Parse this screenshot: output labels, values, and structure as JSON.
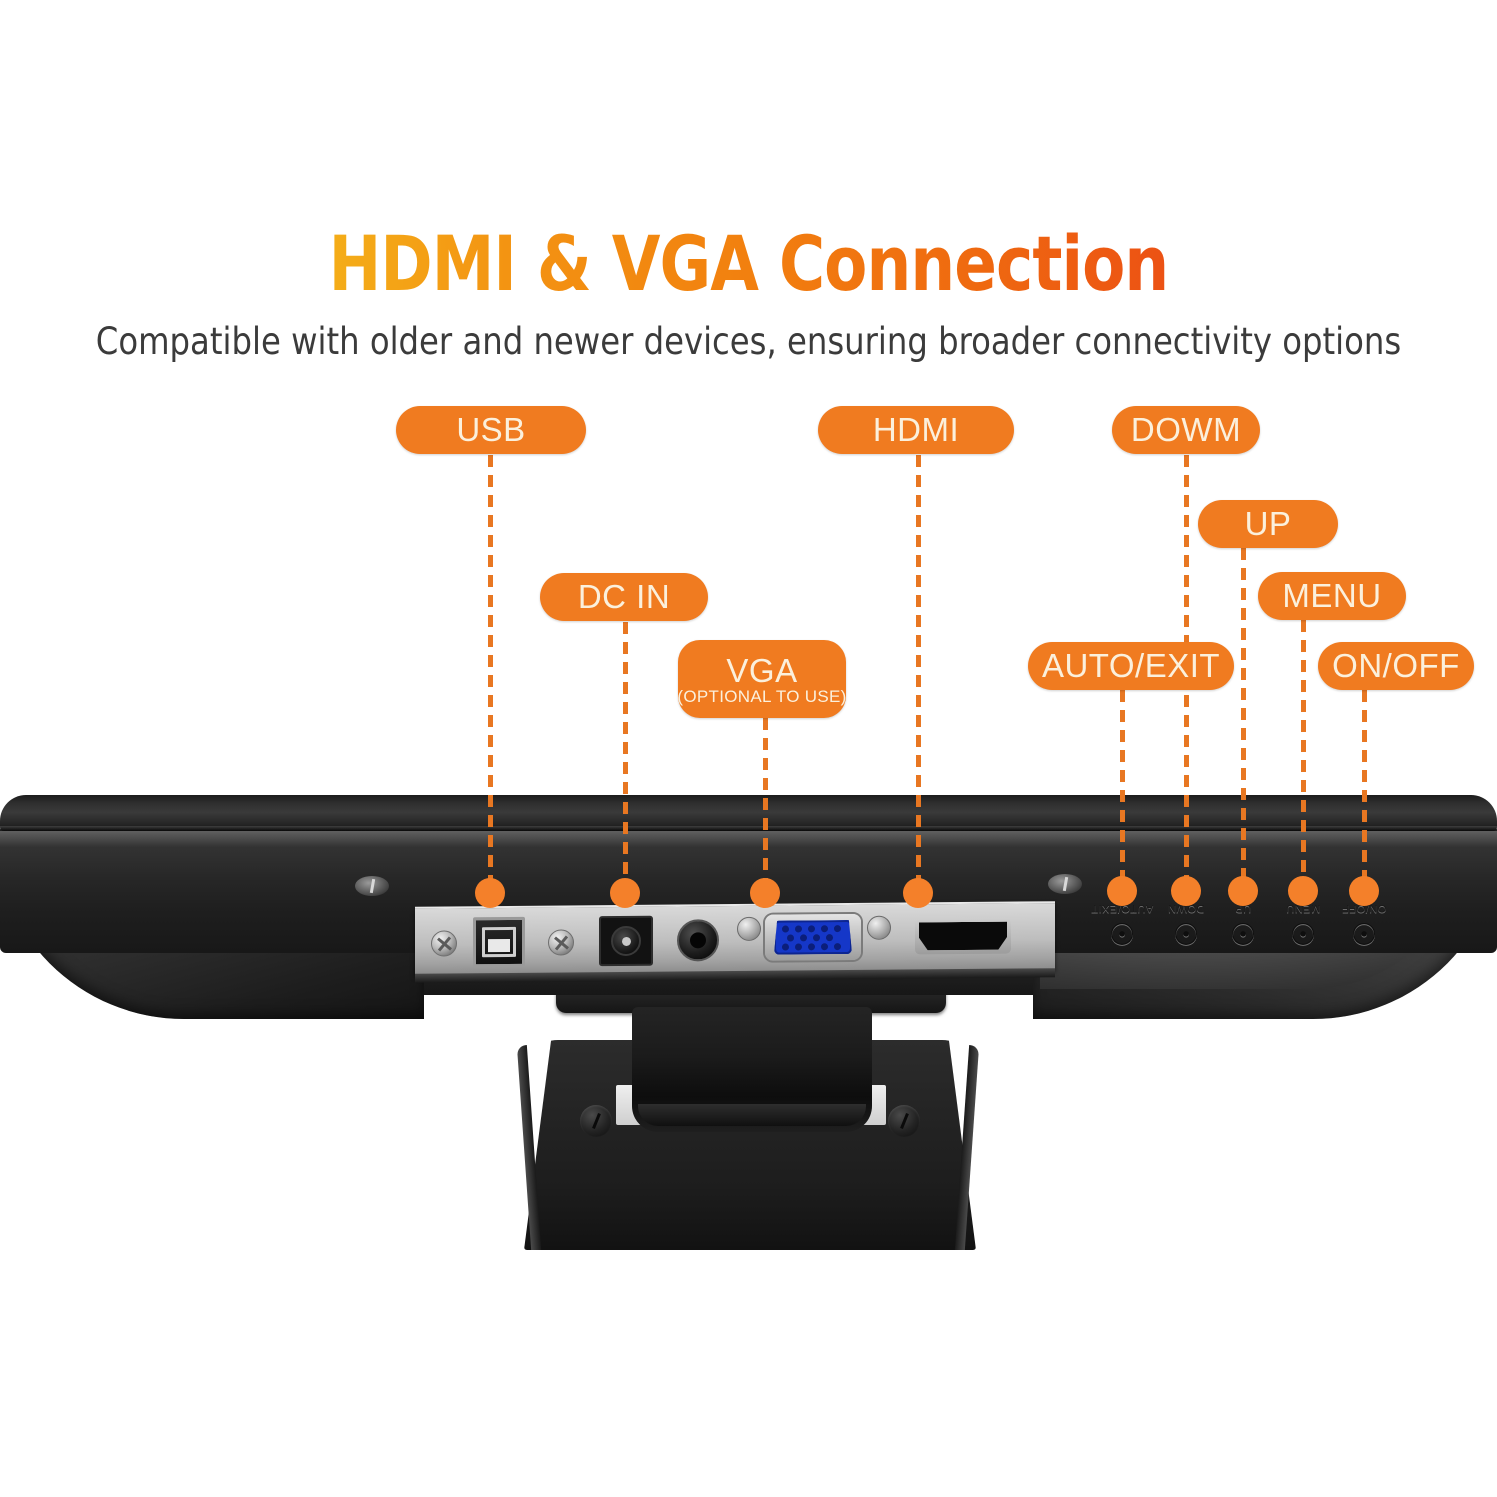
{
  "header": {
    "title": "HDMI & VGA Connection",
    "subtitle": "Compatible with older and newer devices, ensuring broader connectivity options",
    "title_gradient_start": "#F7C21C",
    "title_gradient_end": "#E8371A",
    "subtitle_color": "#3b3b3b"
  },
  "theme": {
    "badge_bg": "#F07B20",
    "badge_text": "#FBF0DC",
    "leader_line": "#E87722",
    "dot": "#F4802A"
  },
  "callouts": [
    {
      "id": "usb",
      "label": "USB",
      "sublabel": ""
    },
    {
      "id": "dc-in",
      "label": "DC  IN",
      "sublabel": ""
    },
    {
      "id": "vga",
      "label": "VGA",
      "sublabel": "(OPTIONAL TO USE)"
    },
    {
      "id": "hdmi",
      "label": "HDMI",
      "sublabel": ""
    },
    {
      "id": "down",
      "label": "DOWM",
      "sublabel": ""
    },
    {
      "id": "up",
      "label": "UP",
      "sublabel": ""
    },
    {
      "id": "menu",
      "label": "MENU",
      "sublabel": ""
    },
    {
      "id": "auto-exit",
      "label": "AUTO/EXIT",
      "sublabel": ""
    },
    {
      "id": "on-off",
      "label": "ON/OFF",
      "sublabel": ""
    }
  ],
  "device": {
    "type": "portable-monitor-bottom-edge",
    "io_ports": [
      {
        "id": "usb-b-port",
        "name": "USB-B"
      },
      {
        "id": "dc-in-jack",
        "name": "DC IN"
      },
      {
        "id": "audio-jack",
        "name": "Audio"
      },
      {
        "id": "vga-port",
        "name": "VGA"
      },
      {
        "id": "hdmi-port",
        "name": "HDMI"
      }
    ],
    "control_buttons": [
      {
        "id": "auto-exit",
        "engraving": "AUTO/EXIT",
        "glyph": "☉"
      },
      {
        "id": "down",
        "engraving": "DOWN",
        "glyph": "☉"
      },
      {
        "id": "up",
        "engraving": "UP",
        "glyph": "☉"
      },
      {
        "id": "menu",
        "engraving": "MENU",
        "glyph": "☉"
      },
      {
        "id": "on-off",
        "engraving": "ON/OFF",
        "glyph": "☉"
      }
    ]
  }
}
